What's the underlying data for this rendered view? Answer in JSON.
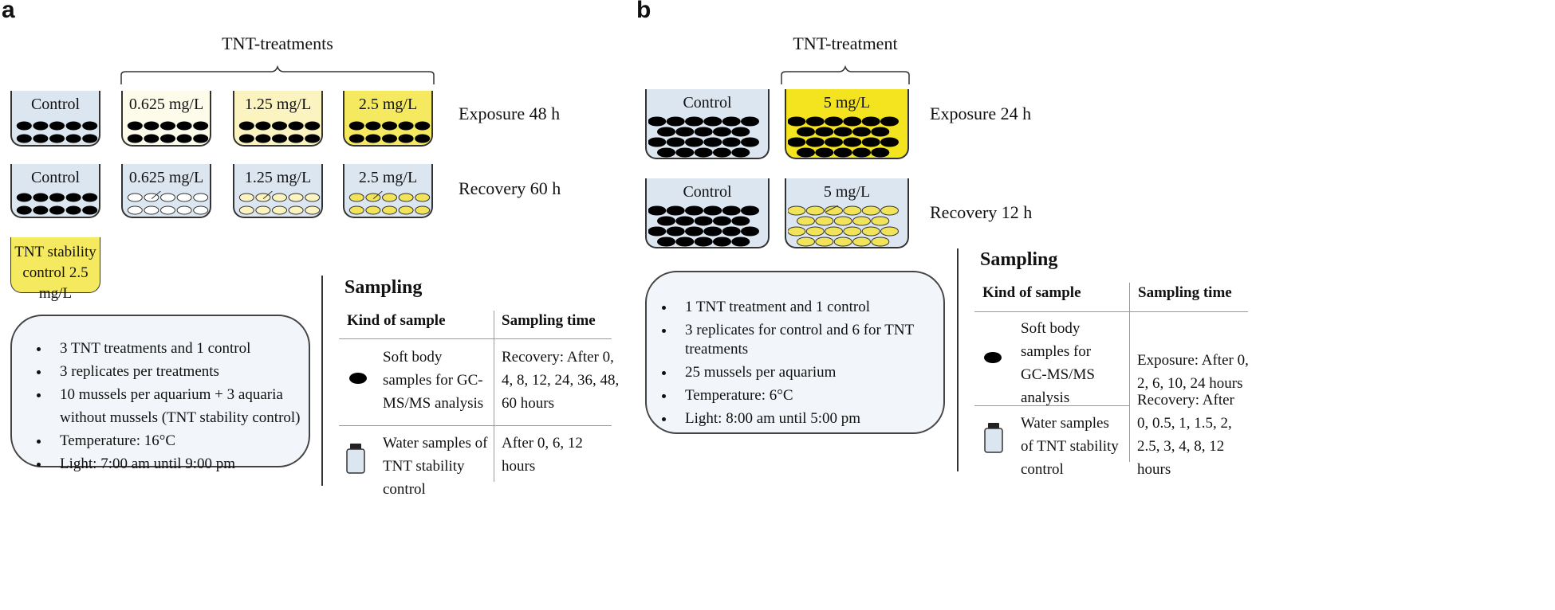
{
  "panel_a": {
    "letter": "a",
    "group_title": "TNT-treatments",
    "exposure_label": "Exposure 48 h",
    "recovery_label": "Recovery 60 h",
    "exposure_tanks": [
      "Control",
      "0.625 mg/L",
      "1.25 mg/L",
      "2.5 mg/L"
    ],
    "recovery_tanks": [
      "Control",
      "0.625 mg/L",
      "1.25 mg/L",
      "2.5 mg/L"
    ],
    "stability_tank": "TNT stability control 2.5 mg/L",
    "notes": [
      "3 TNT treatments and 1 control",
      "3 replicates per treatments",
      "10 mussels per aquarium + 3 aquaria without mussels (TNT stability control)",
      "Temperature: 16°C",
      "Light: 7:00 am until 9:00 pm"
    ],
    "sampling": {
      "title": "Sampling",
      "col_kind": "Kind of sample",
      "col_time": "Sampling time",
      "rows": [
        {
          "kind": "Soft body samples for GC-MS/MS analysis",
          "time": "Recovery: After 0, 4, 8, 12, 24, 36, 48, 60 hours"
        },
        {
          "kind": "Water samples of TNT stability control",
          "time": "After 0, 6, 12 hours"
        }
      ]
    }
  },
  "panel_b": {
    "letter": "b",
    "group_title": "TNT-treatment",
    "exposure_label": "Exposure 24 h",
    "recovery_label": "Recovery 12 h",
    "exposure_tanks": [
      "Control",
      "5 mg/L"
    ],
    "recovery_tanks": [
      "Control",
      "5 mg/L"
    ],
    "notes": [
      "1 TNT treatment and 1 control",
      "3 replicates for control and 6 for TNT treatments",
      "25 mussels per aquarium",
      "Temperature: 6°C",
      "Light: 8:00 am until 5:00 pm"
    ],
    "sampling": {
      "title": "Sampling",
      "col_kind": "Kind of sample",
      "col_time": "Sampling time",
      "rows": [
        {
          "kind": "Soft body samples for GC-MS/MS analysis",
          "time": "Exposure: After 0, 2, 6, 10, 24 hours"
        },
        {
          "kind": "Water samples of TNT stability control",
          "time": "Recovery: After 0, 0.5, 1, 1.5, 2, 2.5, 3, 4, 8, 12 hours"
        }
      ]
    }
  },
  "colors": {
    "control_bg": "#dce6f1",
    "tank_0625": "#fdfbea",
    "tank_125": "#fbf4c0",
    "tank_25": "#f5ea5f",
    "tank_5": "#f3e41f",
    "mussel_black": "#000000",
    "mussel_pale": "#ffffff",
    "mussel_light_yellow": "#fbf4c0",
    "mussel_yellow": "#f1e35a",
    "note_bg": "#f2f5f9"
  },
  "icons": [
    "mussel-icon",
    "water-bottle-icon",
    "brace-icon"
  ]
}
